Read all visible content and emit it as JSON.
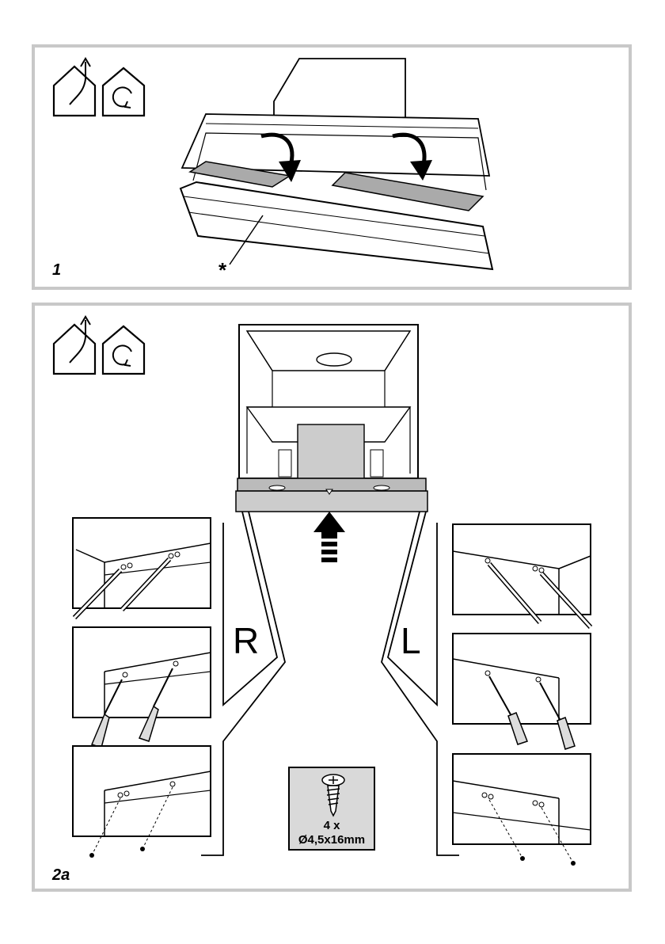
{
  "panel1": {
    "step_label": "1",
    "asterisk": "*",
    "icons": [
      "house-exhaust-icon",
      "house-recirculation-icon"
    ]
  },
  "panel2": {
    "step_label": "2a",
    "left_side_letter": "R",
    "right_side_letter": "L",
    "icons": [
      "house-exhaust-icon",
      "house-recirculation-icon"
    ],
    "screw": {
      "quantity": "4 x",
      "size": "Ø4,5x16mm"
    }
  }
}
